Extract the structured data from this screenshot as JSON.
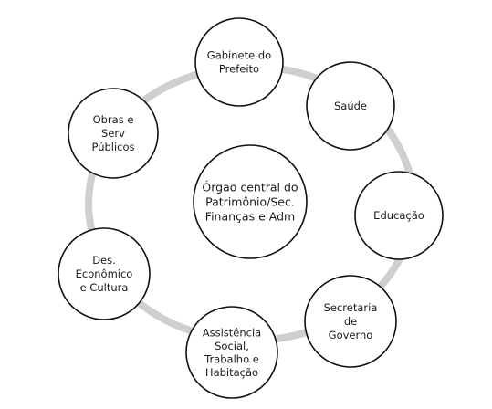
{
  "diagram": {
    "center": {
      "lines": [
        "Órgao central do",
        "Patrimônio/Sec.",
        "Finanças e  Adm"
      ]
    },
    "satellites": [
      {
        "name": "gabinete-do-prefeito",
        "lines": [
          "Gabinete do",
          "Prefeito"
        ]
      },
      {
        "name": "saude",
        "lines": [
          "Saúde"
        ]
      },
      {
        "name": "educacao",
        "lines": [
          "Educação"
        ]
      },
      {
        "name": "secretaria-de-governo",
        "lines": [
          "Secretaria",
          "de",
          "Governo"
        ]
      },
      {
        "name": "assistencia-social",
        "lines": [
          "Assistência",
          "Social,",
          "Trabalho e",
          "Habitação"
        ]
      },
      {
        "name": "des-economico-cultura",
        "lines": [
          "Des.",
          "Econômico",
          "e Cultura"
        ]
      },
      {
        "name": "obras-serv-publicos",
        "lines": [
          "Obras e",
          "Serv",
          "Públicos"
        ]
      }
    ],
    "colors": {
      "ring": "#cfcfcf",
      "node_fill": "#ffffff",
      "node_stroke": "#111111",
      "text": "#1a1a1a"
    }
  }
}
